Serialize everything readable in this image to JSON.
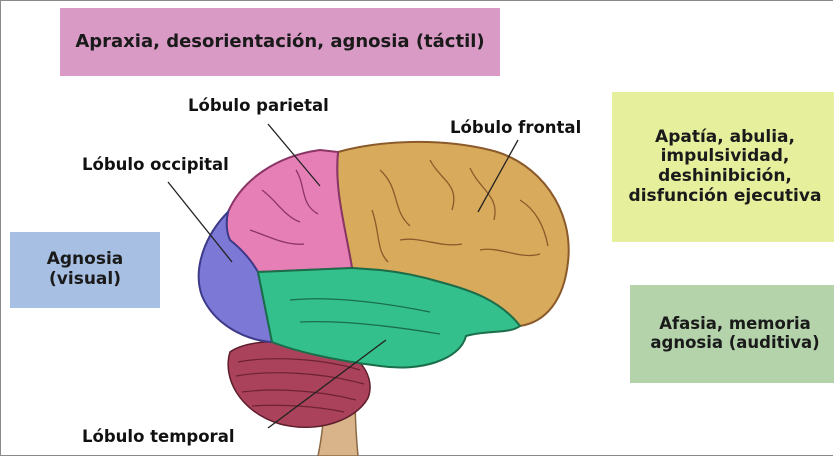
{
  "boxes": {
    "apraxia": "Apraxia, desorientación, agnosia (táctil)",
    "apatia": [
      "Apatía, abulia,",
      "impulsividad,",
      "deshinibición,",
      "disfunción ejecutiva"
    ],
    "afasia": [
      "Afasia, memoria",
      "agnosia (auditiva)"
    ],
    "agnosia": [
      "Agnosia",
      "(visual)"
    ]
  },
  "labels": {
    "parietal": "Lóbulo parietal",
    "occipital": "Lóbulo occipital",
    "frontal": "Lóbulo frontal",
    "temporal": "Lóbulo temporal"
  },
  "colors": {
    "frontal": "#d8aa5c",
    "parietal": "#e67fb6",
    "occipital": "#7b78d6",
    "temporal": "#34c08c",
    "cerebellum": "#a9425a",
    "brainstem": "#d9b38a"
  }
}
